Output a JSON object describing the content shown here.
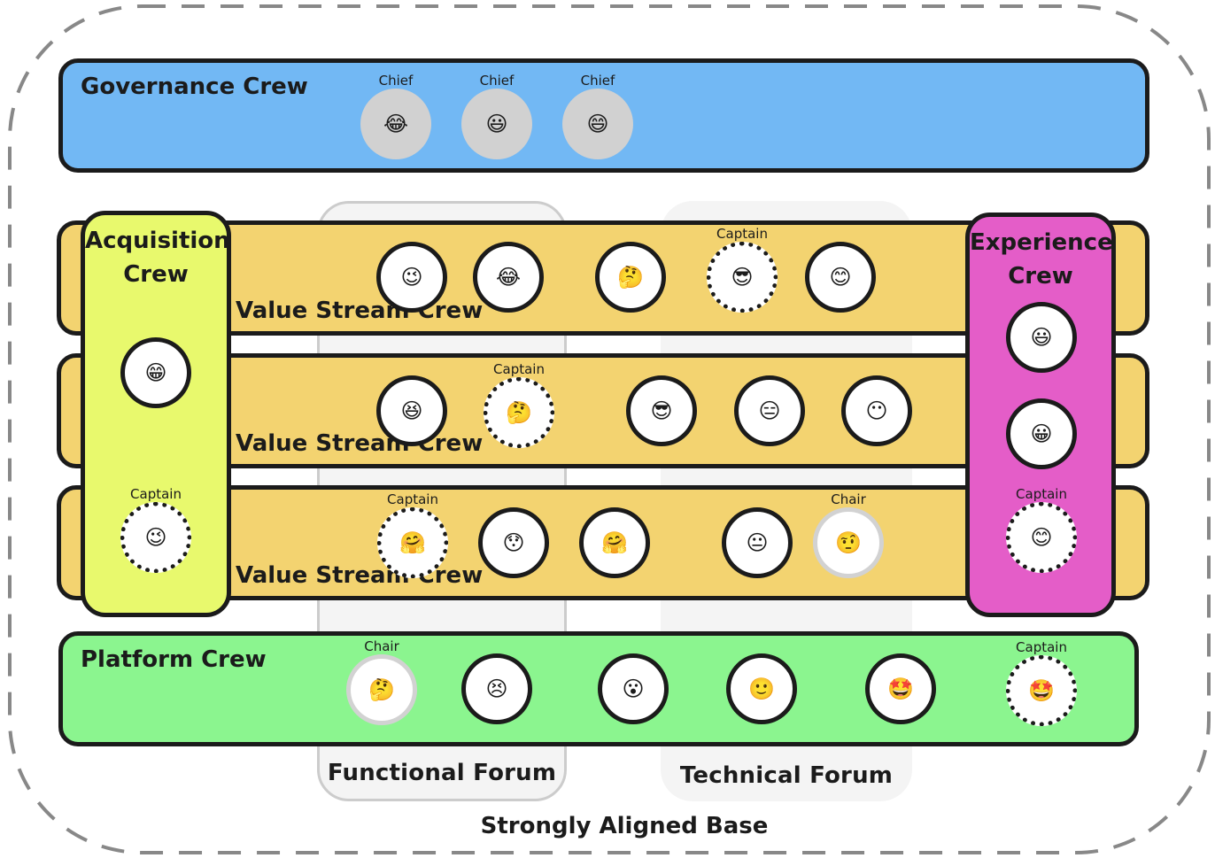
{
  "diagram": {
    "outer_label": "Strongly Aligned Base",
    "forums": [
      {
        "id": "functional",
        "label": "Functional Forum"
      },
      {
        "id": "technical",
        "label": "Technical Forum"
      }
    ],
    "crews": {
      "governance": {
        "label": "Governance Crew",
        "color": "#72b8f4",
        "members": [
          {
            "emoji": "😂",
            "role": "Chief",
            "style": "chief"
          },
          {
            "emoji": "😃",
            "role": "Chief",
            "style": "chief"
          },
          {
            "emoji": "😄",
            "role": "Chief",
            "style": "chief"
          }
        ]
      },
      "value_streams": [
        {
          "label": "Value Stream Crew",
          "color": "#f3d370",
          "members": [
            {
              "emoji": "😉",
              "role": "",
              "style": "member"
            },
            {
              "emoji": "😂",
              "role": "",
              "style": "member"
            },
            {
              "emoji": "🤔",
              "role": "",
              "style": "member"
            },
            {
              "emoji": "😎",
              "role": "Captain",
              "style": "captain"
            },
            {
              "emoji": "😊",
              "role": "",
              "style": "member"
            }
          ]
        },
        {
          "label": "Value Stream Crew",
          "color": "#f3d370",
          "members": [
            {
              "emoji": "😆",
              "role": "",
              "style": "member"
            },
            {
              "emoji": "🤔",
              "role": "Captain",
              "style": "captain"
            },
            {
              "emoji": "😎",
              "role": "",
              "style": "member"
            },
            {
              "emoji": "😑",
              "role": "",
              "style": "member"
            },
            {
              "emoji": "😶",
              "role": "",
              "style": "member"
            }
          ]
        },
        {
          "label": "Value Stream Crew",
          "color": "#f3d370",
          "members": [
            {
              "emoji": "🤗",
              "role": "Captain",
              "style": "captain"
            },
            {
              "emoji": "😯",
              "role": "",
              "style": "member"
            },
            {
              "emoji": "🤗",
              "role": "",
              "style": "member"
            },
            {
              "emoji": "😐",
              "role": "",
              "style": "member"
            },
            {
              "emoji": "🤨",
              "role": "Chair",
              "style": "chair"
            }
          ]
        }
      ],
      "acquisition": {
        "label": "Acquisition Crew",
        "color": "#e8f96d",
        "members": [
          {
            "emoji": "😁",
            "role": "",
            "style": "member"
          },
          {
            "emoji": "😉",
            "role": "Captain",
            "style": "captain"
          }
        ]
      },
      "experience": {
        "label": "Experience Crew",
        "color": "#e45dc8",
        "members": [
          {
            "emoji": "😃",
            "role": "",
            "style": "member"
          },
          {
            "emoji": "😀",
            "role": "",
            "style": "member"
          },
          {
            "emoji": "😊",
            "role": "Captain",
            "style": "captain"
          }
        ]
      },
      "platform": {
        "label": "Platform Crew",
        "color": "#8bf58f",
        "members": [
          {
            "emoji": "🤔",
            "role": "Chair",
            "style": "chair"
          },
          {
            "emoji": "😣",
            "role": "",
            "style": "member"
          },
          {
            "emoji": "😮",
            "role": "",
            "style": "member"
          },
          {
            "emoji": "🙂",
            "role": "",
            "style": "member"
          },
          {
            "emoji": "🤩",
            "role": "",
            "style": "member"
          },
          {
            "emoji": "🤩",
            "role": "Captain",
            "style": "captain"
          }
        ]
      }
    }
  }
}
